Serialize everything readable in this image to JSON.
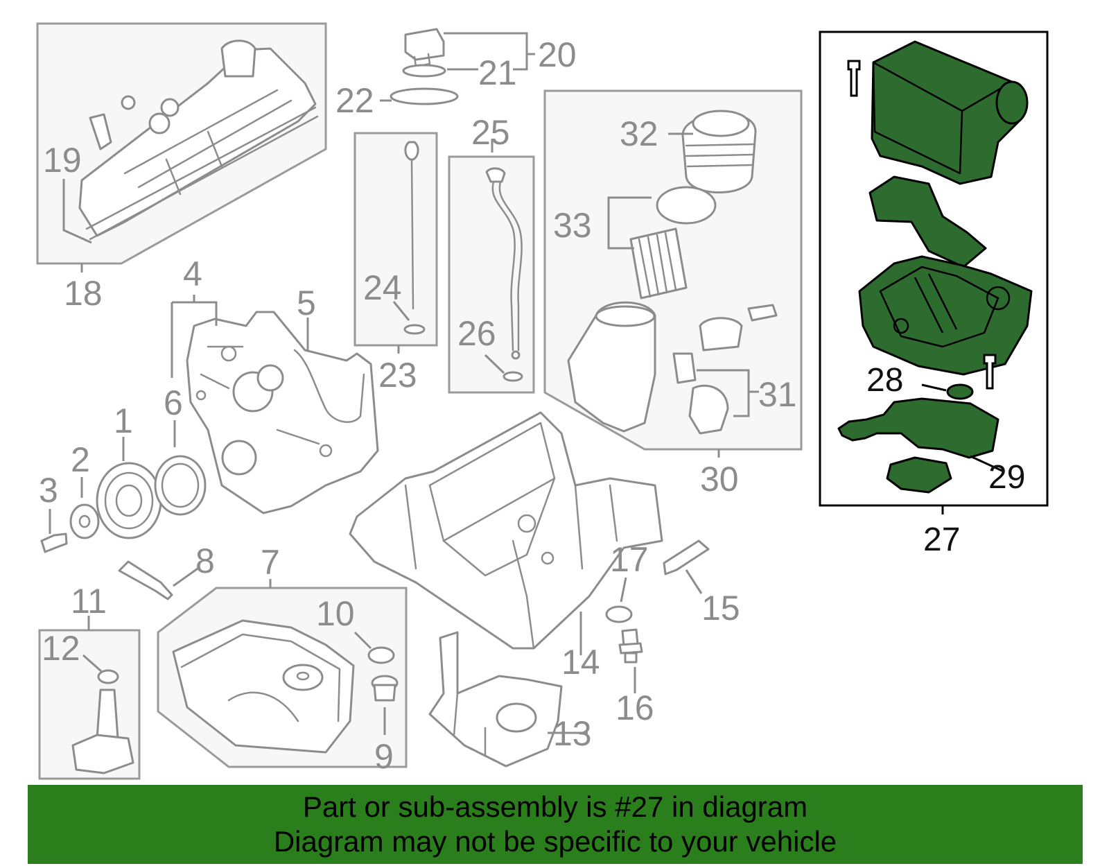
{
  "diagram": {
    "callouts": [
      "1",
      "2",
      "3",
      "4",
      "5",
      "6",
      "7",
      "8",
      "9",
      "10",
      "11",
      "12",
      "13",
      "14",
      "15",
      "16",
      "17",
      "18",
      "19",
      "20",
      "21",
      "22",
      "23",
      "24",
      "25",
      "26",
      "27",
      "28",
      "29",
      "30",
      "31",
      "32",
      "33"
    ],
    "highlighted_part": "27",
    "highlighted_group": [
      "27",
      "28",
      "29"
    ],
    "colors": {
      "highlight_fill": "#2e6b2e",
      "outline": "#8c8c8c",
      "banner": "#2a7e1b"
    }
  },
  "banner": {
    "line1": "Part or sub-assembly is #27 in diagram",
    "line2": "Diagram may not be specific to your vehicle"
  }
}
